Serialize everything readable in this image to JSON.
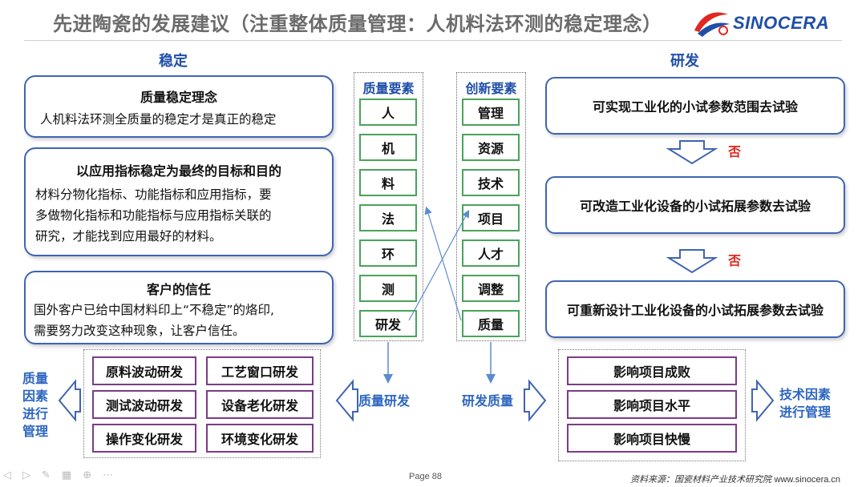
{
  "header": {
    "title": "先进陶瓷的发展建议（注重整体质量管理：人机料法环测的稳定理念）",
    "brand": "SINOCERA"
  },
  "left": {
    "heading": "稳定",
    "cards": [
      {
        "title": "质量稳定理念",
        "body": [
          "人机料法环测全质量的稳定才是真正的稳定"
        ]
      },
      {
        "title": "以应用指标稳定为最终的目标和目的",
        "body": [
          "材料分物化指标、功能指标和应用指标，要",
          "多做物化指标和功能指标与应用指标关联的",
          "研究，才能找到应用最好的材料。"
        ]
      },
      {
        "title": "客户的信任",
        "body": [
          "国外客户已给中国材料印上“不稳定”的烙印,",
          "需要努力改变这种现象，让客户信任。"
        ]
      }
    ]
  },
  "quality_factors": {
    "title": "质量要素",
    "items": [
      "人",
      "机",
      "料",
      "法",
      "环",
      "测",
      "研发"
    ]
  },
  "innovation_factors": {
    "title": "创新要素",
    "items": [
      "管理",
      "资源",
      "技术",
      "项目",
      "人才",
      "调整",
      "质量"
    ]
  },
  "right": {
    "heading": "研发",
    "steps": [
      "可实现工业化的小试参数范围去试验",
      "可改造工业化设备的小试拓展参数去试验",
      "可重新设计工业化设备的小试拓展参数去试验"
    ],
    "no_label": "否"
  },
  "bottom_left": {
    "items": [
      "原料波动研发",
      "工艺窗口研发",
      "测试波动研发",
      "设备老化研发",
      "操作变化研发",
      "环境变化研发"
    ],
    "side_label": [
      "质量",
      "因素",
      "进行",
      "管理"
    ],
    "arrow_label": "质量研发"
  },
  "bottom_right": {
    "items": [
      "影响项目成败",
      "影响项目水平",
      "影响项目快慢"
    ],
    "side_label": [
      "技术因素",
      "进行管理"
    ],
    "arrow_label": "研发质量"
  },
  "footer": {
    "page": "Page 88",
    "source": "资料来源：国瓷材料产业技术研究院 ",
    "url": "www.sinocera.cn"
  },
  "colors": {
    "accent_blue": "#1f4ea8",
    "green_border": "#4aa35a",
    "purple_border": "#7b3c87",
    "red": "#e0281f"
  }
}
